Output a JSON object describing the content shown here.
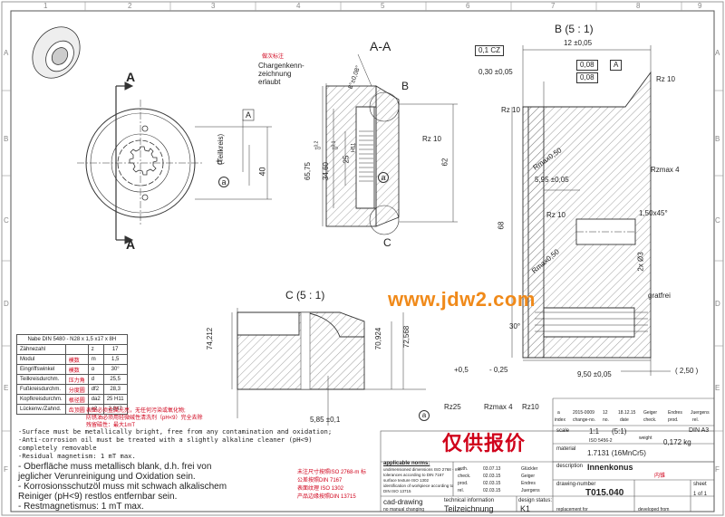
{
  "drawing": {
    "grid_columns": [
      "1",
      "2",
      "3",
      "4",
      "5",
      "6",
      "7",
      "8",
      "9"
    ],
    "grid_rows": [
      "A",
      "B",
      "C",
      "D",
      "E",
      "F"
    ],
    "section_label": "A-A",
    "section_marker": "A",
    "detail_b_title": "B (5 : 1)",
    "detail_c_title": "C (5 : 1)",
    "detail_b_marker": "B",
    "detail_c_marker": "C",
    "datum_ref": "A",
    "annotation_red": "做次标注",
    "charge_label": [
      "Chargenkenn-",
      "zeichnung",
      "erlaubt"
    ],
    "dims_main": {
      "d_label": "d",
      "teilkreis": "(Teilkreis)",
      "d40": "40",
      "d65": "65,75",
      "d65_tol_up": "+0,2",
      "d65_tol_low": "0",
      "d34": "34,60",
      "d34_tol_up": "+0,1",
      "d34_tol_low": "0",
      "d25": "25",
      "d25_tol": "H11",
      "d62": "62",
      "rz10": "Rz 10",
      "angle8": "8°±0,08°",
      "circle_a": "a"
    },
    "dims_b": {
      "perp": "0,1 CZ",
      "w12": "12 ±0,05",
      "d030": "0,30 ±0,05",
      "circ": "0,08",
      "circ_ref": "A",
      "runout": "0,08",
      "rz10a": "Rz 10",
      "rz10b": "Rz 10",
      "rz10c": "Rz 10",
      "rmax050a": "Rmax0,50",
      "rmax050b": "Rmax0,50",
      "rzmax4": "Rzmax 4",
      "w595": "5,95 ±0,05",
      "d68": "68",
      "chamfer": "1,50x45°",
      "holes": "2x Ø3",
      "angle30": "30°",
      "gratfrei": "gratfrei",
      "plus05": "+0,5",
      "minus025": "- 0,25",
      "w950": "9,50 ±0,05",
      "w250": "( 2,50 )"
    },
    "dims_c": {
      "d74": "74,212",
      "d70": "70,924",
      "d72": "72,568",
      "w585": "5,85 ±0,1"
    },
    "roughness": {
      "rz25": "Rz25",
      "rzmax4": "Rzmax 4",
      "rz10": "Rz10",
      "circle_a": "a"
    }
  },
  "nabe_table": {
    "title": "Nabe DIN 5480 - N28 x 1,5 x17 x 8H",
    "rows": [
      {
        "name": "Zähnezahl",
        "cn": "",
        "sym": "z",
        "val": "17"
      },
      {
        "name": "Modul",
        "cn": "模数",
        "sym": "m",
        "val": "1,5"
      },
      {
        "name": "Eingriffswinkel",
        "cn": "模数",
        "sym": "α",
        "val": "30°"
      },
      {
        "name": "Teilkreisdurchm.",
        "cn": "压力角",
        "sym": "d",
        "val": "25,5"
      },
      {
        "name": "Fußkreisdurchm.",
        "cn": "分度圆",
        "sym": "df2",
        "val": "28,3"
      },
      {
        "name": "Kopfkreisdurchm.",
        "cn": "根径圆",
        "sym": "da2",
        "val": "25 H11"
      },
      {
        "name": "Lückenw./Zahnd.",
        "cn": "齿顶圆",
        "sym": "e2",
        "val": "2,847"
      }
    ]
  },
  "notes_red": [
    "表面必须金属光亮，无任何污染或氧化物;",
    "防锈油必须用轻微碱性清洗剂（pH<9）完全去除",
    "残留磁性：最大1mT"
  ],
  "notes_en": [
    "-Surface must be metallically bright, free from any contamination and oxidation;",
    "-Anti-corrosion oil must be treated with a slightly alkaline cleaner (pH<9)",
    "  completely removable",
    "-Residual magnetism: 1 mT max."
  ],
  "notes_de": [
    "- Oberfläche muss metallisch blank, d.h. frei von",
    "jeglicher Verunreinigung und Oxidation sein.",
    "- Korrosionsschutzöl muss mit schwach alkalischem",
    "Reiniger (pH<9) restlos entfernbar sein.",
    "- Restmagnetismus: 1 mT max."
  ],
  "notes_red_small": [
    "未注尺寸按照ISO 2768-m 标",
    "公差按照DIN 7167",
    "表面纹理 ISO 1302",
    "产品边缘按照DIN 13715"
  ],
  "title_block": {
    "applicable_norms": "applicable norms:",
    "norms_lines": [
      "undimensioned dimensions ISO 2768 - mK",
      "tolerances according to DIN 7167",
      "surface texture ISO 1302",
      "identification of workpiece according to",
      "DIN ISO 13715"
    ],
    "roles": [
      "auth.",
      "check.",
      "prod.",
      "rel."
    ],
    "dates": [
      "03.07.13",
      "02.03.15",
      "02.03.15",
      "02.03.15"
    ],
    "names": [
      "Glückler",
      "Geiger",
      "Endres",
      "Juergens"
    ],
    "rev_row": [
      "a",
      "2015-0009",
      "12",
      "18.12.15",
      "Geiger",
      "Endres",
      "Juergens"
    ],
    "rev_headers": [
      "index",
      "change-no.",
      "no.",
      "date",
      "check.",
      "prod.",
      "rel."
    ],
    "scale_label": "scale",
    "scale_value": "1:1",
    "scale_alt": "(5:1)",
    "format": "DIN A3",
    "iso_label": "ISO 5456-2",
    "weight_label": "weight",
    "weight_value": "0,172 kg",
    "material_label": "material",
    "material_value": "1.7131 (16MnCr5)",
    "description_label": "description",
    "description_value": "Innenkonus",
    "description_cn": "内锥",
    "drawing_number_label": "drawing-number",
    "drawing_number": "T015.040",
    "sheet_label": "sheet",
    "sheet_value": "1 of 1",
    "cad": "cad-drawing",
    "no_manual": "no manual changing",
    "tech_info": "technical information",
    "teilzeichnung": "Teilzeichnung",
    "design_status_label": "design status:",
    "design_status": "K1",
    "replacement": "replacement for",
    "developed": "developed from"
  },
  "watermark": "www.jdw2.com",
  "price_note": "仅供报价"
}
